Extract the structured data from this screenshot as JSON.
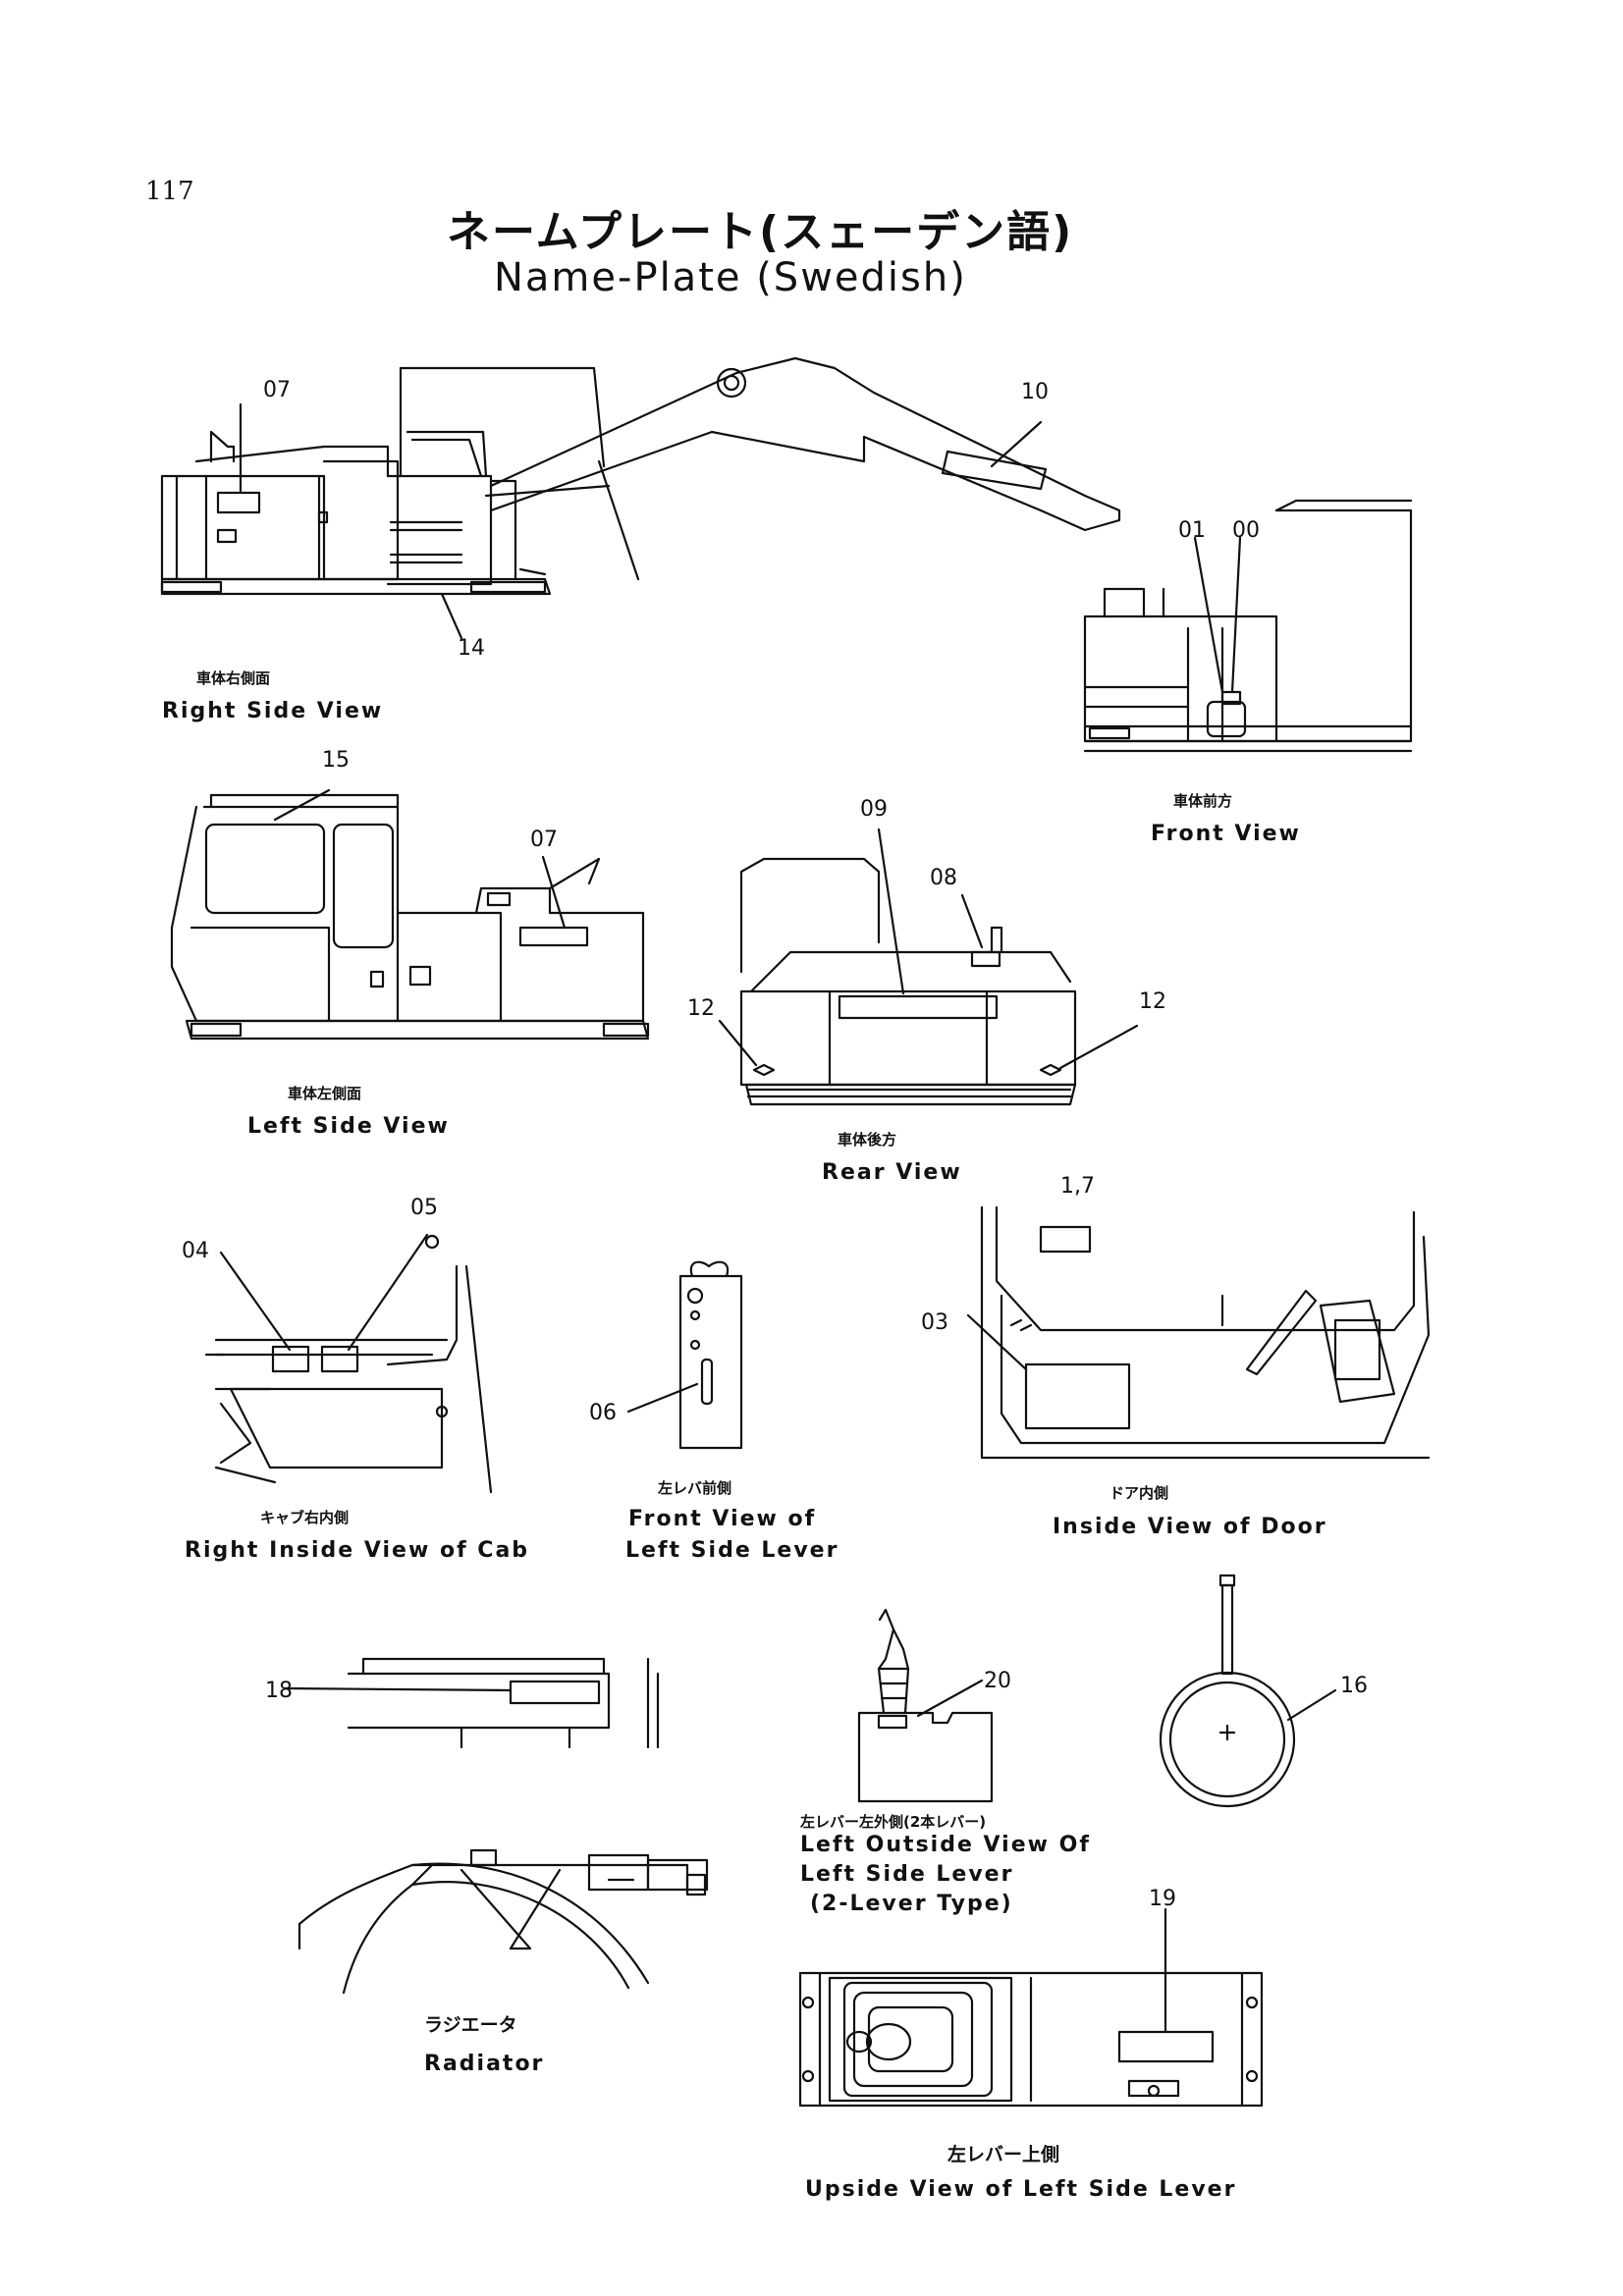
{
  "page": {
    "number": "117",
    "title_jp": "ネームプレート(スェーデン語)",
    "title_en": "Name-Plate (Swedish)"
  },
  "part_numbers": {
    "p00": "00",
    "p01": "01",
    "p03": "03",
    "p04": "04",
    "p05": "05",
    "p06": "06",
    "p07a": "07",
    "p07b": "07",
    "p08": "08",
    "p09": "09",
    "p10": "10",
    "p12a": "12",
    "p12b": "12",
    "p14": "14",
    "p15": "15",
    "p16": "16",
    "p17": "1,7",
    "p18": "18",
    "p19": "19",
    "p20": "20"
  },
  "views": {
    "right_side": {
      "jp": "車体右側面",
      "en": "Right Side View"
    },
    "front": {
      "jp": "車体前方",
      "en": "Front View"
    },
    "left_side": {
      "jp": "車体左側面",
      "en": "Left Side View"
    },
    "rear": {
      "jp": "車体後方",
      "en": "Rear View"
    },
    "cab_inside": {
      "jp": "キャブ右内側",
      "en": "Right Inside View of Cab"
    },
    "front_lever": {
      "jp": "左レバ前側",
      "en_line1": "Front View of",
      "en_line2": "Left Side Lever"
    },
    "door": {
      "jp": "ドア内側",
      "en": "Inside View of Door"
    },
    "outside_lever": {
      "jp": "左レバー左外側(2本レバー)",
      "en_line1": "Left Outside View Of",
      "en_line2": "Left Side Lever",
      "en_line3": "(2-Lever Type)"
    },
    "radiator": {
      "jp": "ラジエータ",
      "en": "Radiator"
    },
    "upside_lever": {
      "jp": "左レバー上側",
      "en": "Upside View of Left Side Lever"
    }
  }
}
